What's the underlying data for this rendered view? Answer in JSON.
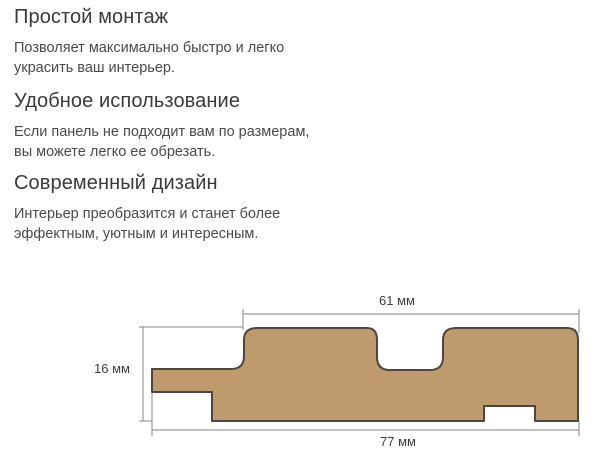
{
  "features": [
    {
      "title": "Простой монтаж",
      "lines": [
        "Позволяет максимально быстро и легко",
        "украсить ваш интерьер."
      ]
    },
    {
      "title": "Удобное использование",
      "lines": [
        "Если панель не подходит вам по размерам,",
        "вы можете легко ее обрезать."
      ]
    },
    {
      "title": "Современный дизайн",
      "lines": [
        "Интерьер преобразится и станет более",
        "эффектным, уютным и интересным."
      ]
    }
  ],
  "diagram": {
    "dimensions": {
      "visible_width": "61 мм",
      "total_width": "77 мм",
      "height": "16 мм"
    },
    "colors": {
      "profile_fill": "#bf9a6c",
      "profile_stroke": "#4e4640",
      "dimension_line": "#9a9a9a"
    }
  }
}
